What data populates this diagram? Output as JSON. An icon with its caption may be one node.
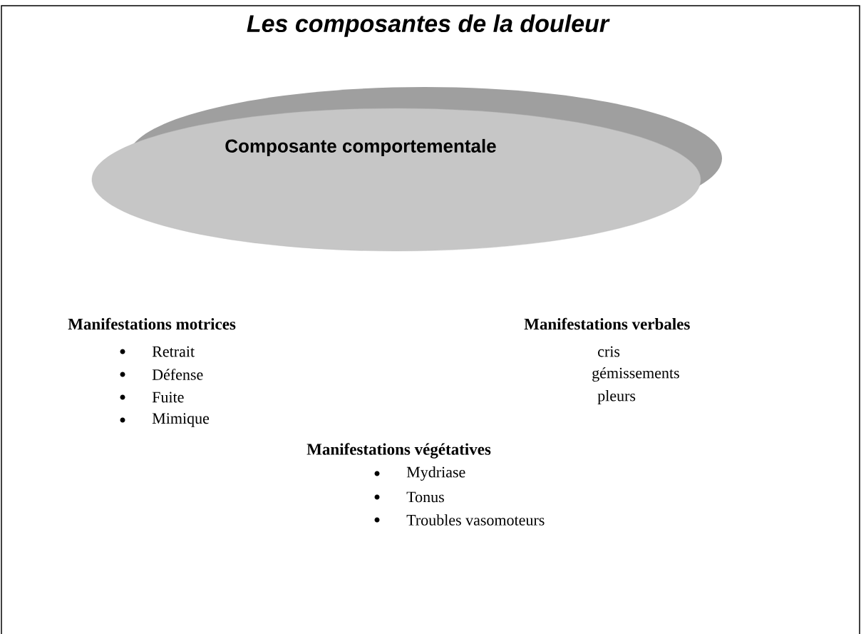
{
  "diagram": {
    "title": "Les composantes de la douleur",
    "nodes": [
      {
        "text": [
          "Composante comportementale"
        ]
      }
    ],
    "labels": [
      "Manifestations motrices",
      "Manifestations verbales",
      "Retrait",
      "cris",
      "Défense",
      "gémissements",
      "Fuite",
      "pleurs",
      "Mimique",
      "Manifestations végétatives",
      "Mydriase",
      "Tonus",
      "Troubles vasomoteurs"
    ]
  }
}
